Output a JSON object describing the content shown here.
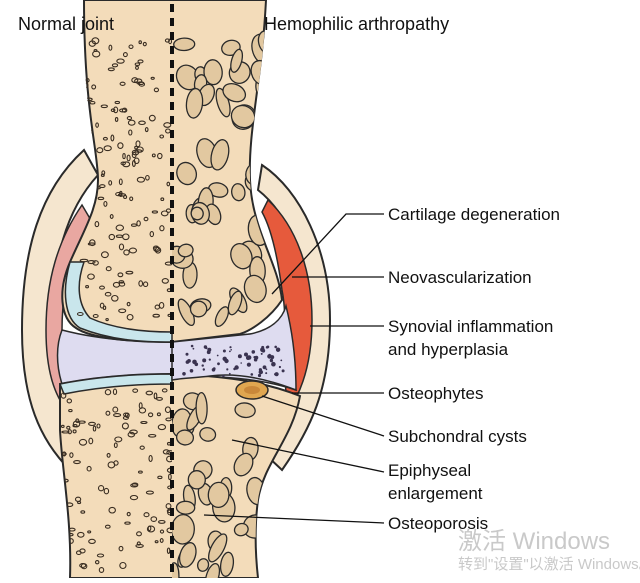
{
  "headers": {
    "left": "Normal joint",
    "right": "Hemophilic arthropathy"
  },
  "labels": {
    "cartilage_degeneration": "Cartilage degeneration",
    "neovascularization": "Neovascularization",
    "synovial_line1": "Synovial inflammation",
    "synovial_line2": "and hyperplasia",
    "osteophytes": "Osteophytes",
    "subchondral_cysts": "Subchondral cysts",
    "epiphyseal_line1": "Epiphyseal",
    "epiphyseal_line2": "enlargement",
    "osteoporosis": "Osteoporosis"
  },
  "watermark": {
    "line1": "激活 Windows",
    "line2": "转到\"设置\"以激活 Windows。"
  },
  "colors": {
    "bone": "#f3dcba",
    "cartilage": "#c9e6ec",
    "joint_space": "#dedcf0",
    "synovium_normal": "#e9a7a1",
    "synovium_inflamed": "#e65a3c",
    "capsule": "#f5e6cf",
    "osteophyte": "#dfa650",
    "outline": "#2a2a2a"
  }
}
